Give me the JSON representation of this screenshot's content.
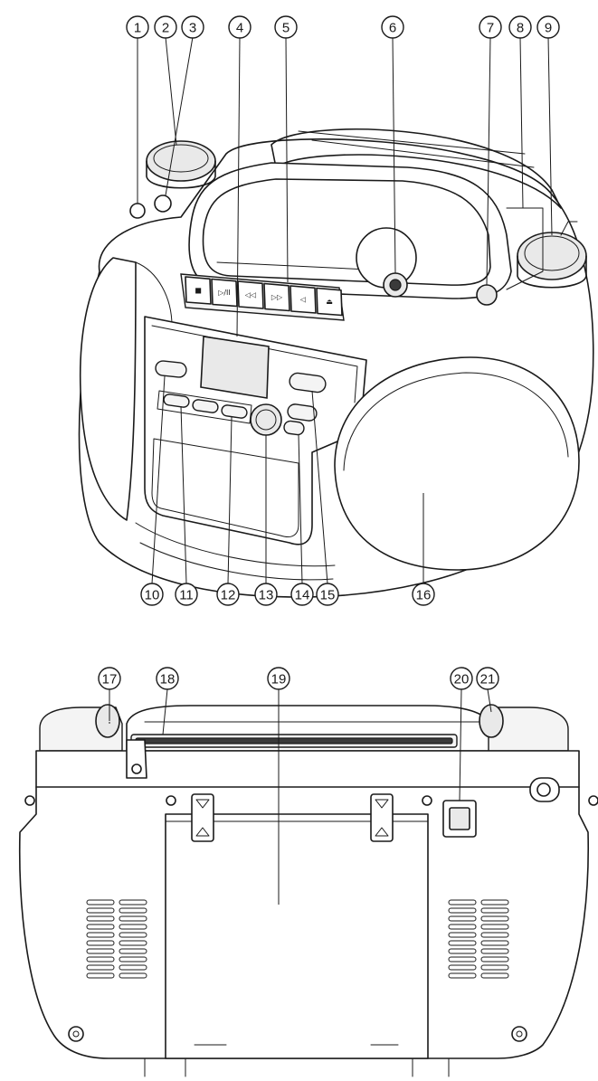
{
  "callouts_front": [
    "1",
    "2",
    "3",
    "4",
    "5",
    "6",
    "7",
    "8",
    "9",
    "10",
    "11",
    "12",
    "13",
    "14",
    "15",
    "16"
  ],
  "callouts_back": [
    "17",
    "18",
    "19",
    "20",
    "21"
  ],
  "cd_buttons": [
    {
      "icon": "stop-icon",
      "glyph": "■"
    },
    {
      "icon": "play-pause-icon",
      "glyph": "▷/II"
    },
    {
      "icon": "rewind-icon",
      "glyph": "◁◁"
    },
    {
      "icon": "fast-forward-icon",
      "glyph": "▷▷"
    },
    {
      "icon": "play-icon",
      "glyph": "◁"
    },
    {
      "icon": "eject-icon",
      "glyph": "⏏"
    }
  ],
  "colors": {
    "line": "#1a1a1a",
    "fill": "#ffffff",
    "shade": "#e9e9e9"
  }
}
